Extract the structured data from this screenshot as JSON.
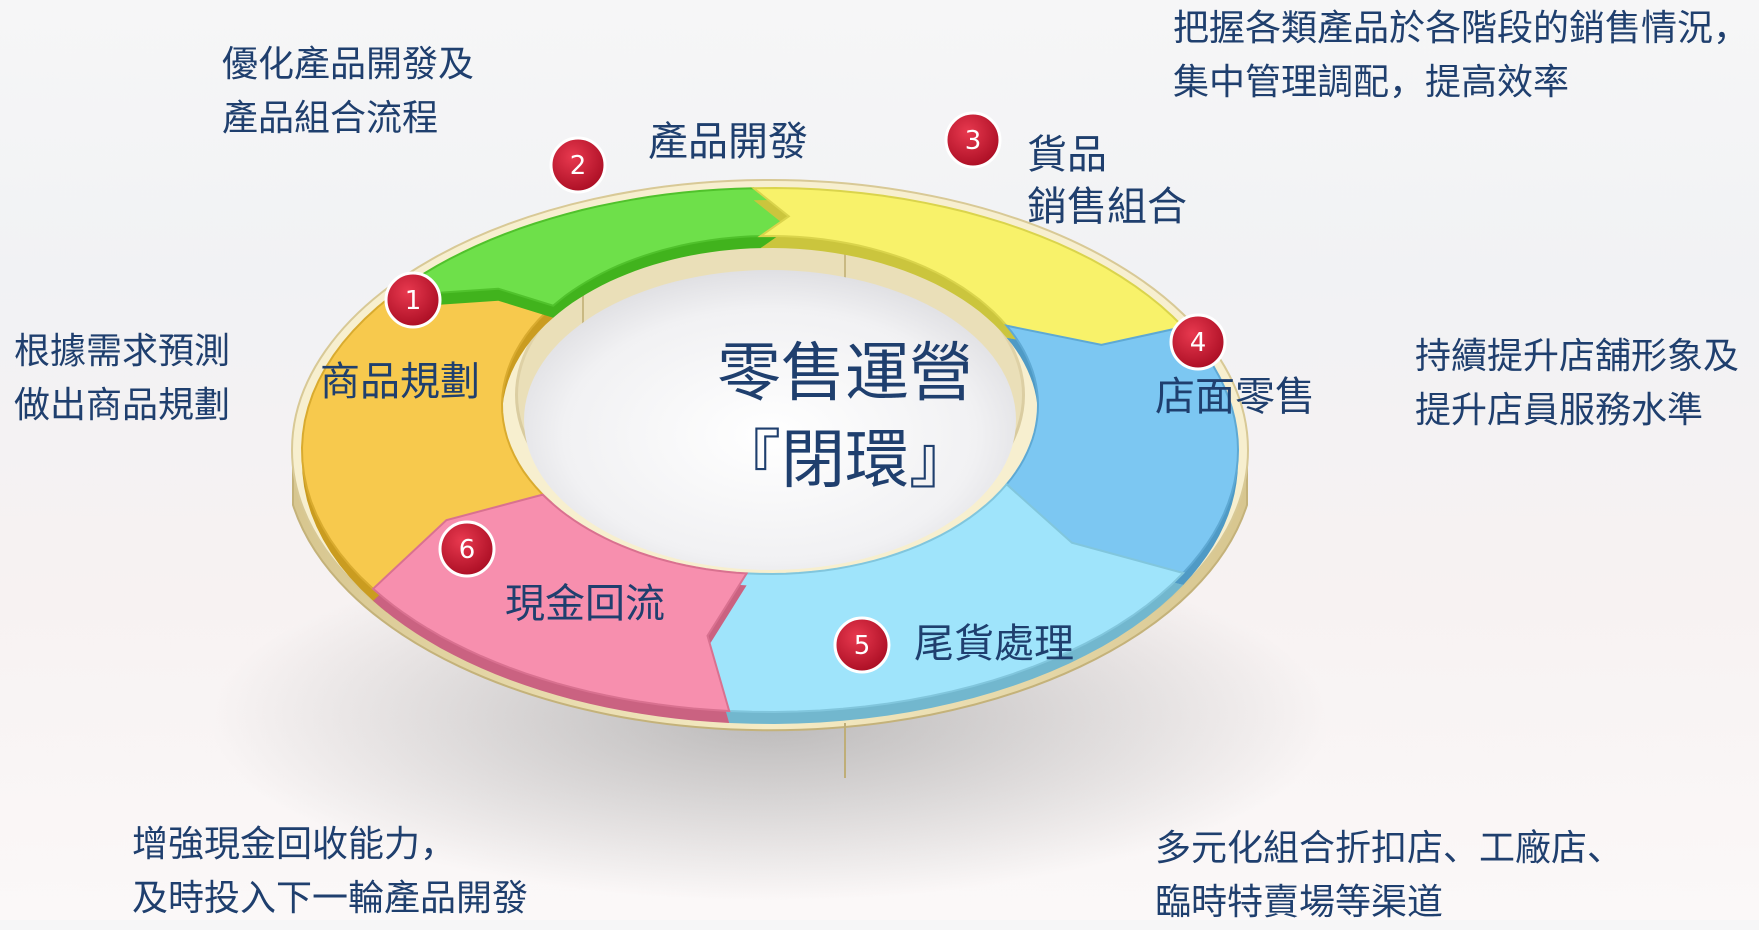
{
  "center": {
    "line1": "零售運營",
    "line2": "『閉環』"
  },
  "stages": [
    {
      "num": "1",
      "label": "商品規劃",
      "color": "#f7c94d"
    },
    {
      "num": "2",
      "label": "產品開發",
      "color": "#6ee04a"
    },
    {
      "num": "3",
      "label": [
        "貨品",
        "銷售組合"
      ],
      "color": "#f8f26a"
    },
    {
      "num": "4",
      "label": "店面零售",
      "color": "#7cc7f2"
    },
    {
      "num": "5",
      "label": "尾貨處理",
      "color": "#9fe4fb"
    },
    {
      "num": "6",
      "label": "現金回流",
      "color": "#f78fae"
    }
  ],
  "notes": {
    "n1": [
      "根據需求預測",
      "做出商品規劃"
    ],
    "n2": [
      "優化產品開發及",
      "產品組合流程"
    ],
    "n3": [
      "把握各類產品於各階段的銷售情況，",
      "集中管理調配，提高效率"
    ],
    "n4": [
      "持續提升店舖形象及",
      "提升店員服務水準"
    ],
    "n5": [
      "多元化組合折扣店、工廠店、",
      "臨時特賣場等渠道"
    ],
    "n6": [
      "增強現金回收能力，",
      "及時投入下一輪產品開發"
    ]
  },
  "colors": {
    "text": "#1f3f6e",
    "badge": "#c8102e",
    "base": "#efe3b8"
  }
}
